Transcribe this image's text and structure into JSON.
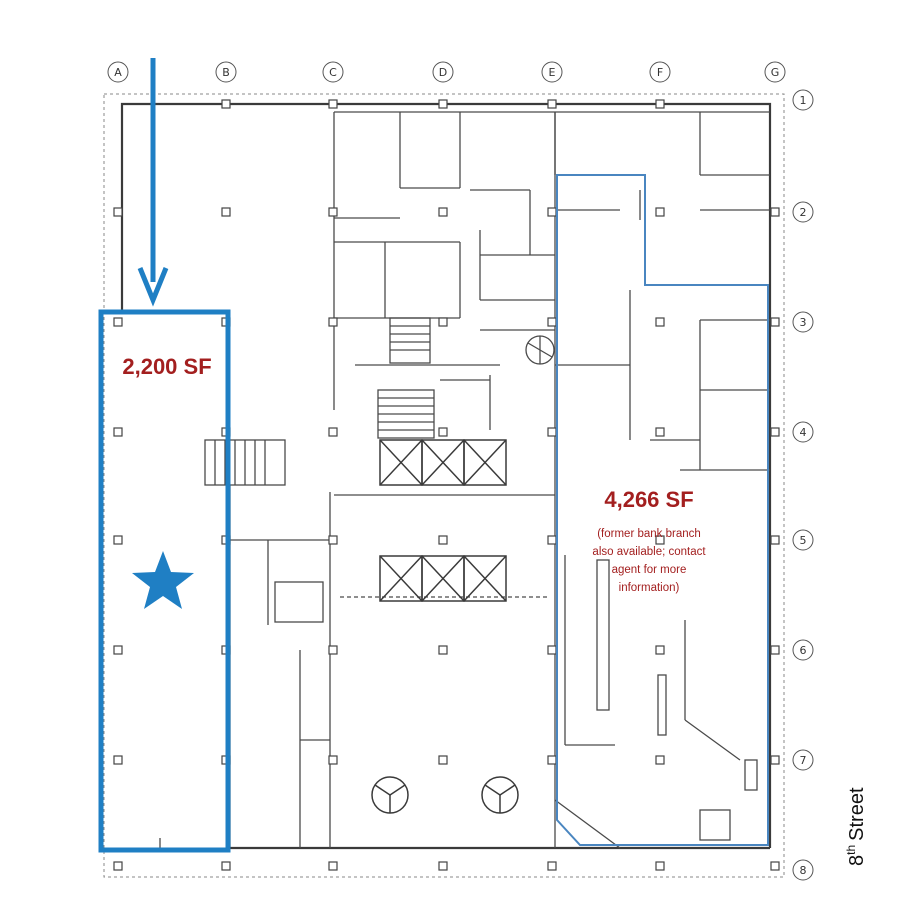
{
  "grid": {
    "columns": [
      "A",
      "B",
      "C",
      "D",
      "E",
      "F",
      "G"
    ],
    "rows": [
      "1",
      "2",
      "3",
      "4",
      "5",
      "6",
      "7",
      "8"
    ]
  },
  "spaces": [
    {
      "area": "2,200 SF",
      "note_lines": []
    },
    {
      "area": "4,266 SF",
      "note_lines": [
        "(former bank branch",
        "also available; contact",
        "agent for more",
        "information)"
      ]
    }
  ],
  "street": {
    "number": "8",
    "suffix": "th",
    "name": "Street"
  },
  "colors": {
    "highlight": "#1f7fc4",
    "label": "#a31f1f",
    "walls": "#3a3a3a",
    "star": "#1f7fc4"
  },
  "icons": {
    "entry_arrow": "down-arrow-icon",
    "location_marker": "star-icon"
  }
}
